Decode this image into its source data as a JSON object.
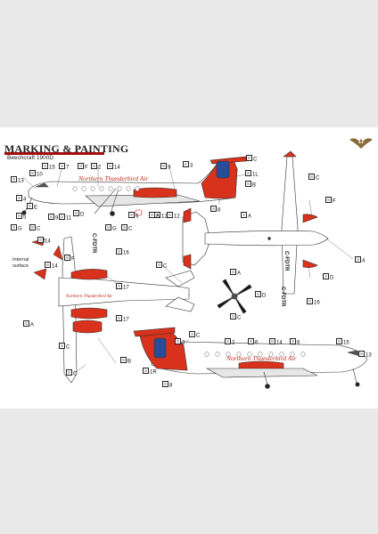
{
  "header": {
    "title": "MARKING & PAINTING",
    "subtitle": "Beechcraft 1900D"
  },
  "notes": {
    "internal_surface": [
      "Internal",
      "surface"
    ]
  },
  "aircraft": {
    "livery_text": "Northern Thunderbird Air",
    "registration": "C-FDTR",
    "reg_short": "C-FDTR",
    "tail_code": "C-FDTR"
  },
  "colors": {
    "accent_red": "#d8311c",
    "title_rule": "#a30c0c"
  },
  "callouts": [
    {
      "label": "15"
    },
    {
      "label": "7"
    },
    {
      "label": "F"
    },
    {
      "label": "2"
    },
    {
      "label": "14"
    },
    {
      "label": "9"
    },
    {
      "label": "3"
    },
    {
      "label": "C"
    },
    {
      "label": "10"
    },
    {
      "label": "1L"
    },
    {
      "label": "13"
    },
    {
      "label": "B"
    },
    {
      "label": "4"
    },
    {
      "label": "12"
    },
    {
      "label": "8"
    },
    {
      "label": "C"
    },
    {
      "label": "E"
    },
    {
      "label": "9"
    },
    {
      "label": "11"
    },
    {
      "label": "D"
    },
    {
      "label": "6"
    },
    {
      "label": "A"
    },
    {
      "label": "12"
    },
    {
      "label": "5"
    },
    {
      "label": "G"
    },
    {
      "label": "C"
    },
    {
      "label": "G"
    },
    {
      "label": "C"
    },
    {
      "label": "14"
    },
    {
      "label": "14"
    },
    {
      "label": "F"
    },
    {
      "label": "16"
    },
    {
      "label": "17"
    },
    {
      "label": "17"
    },
    {
      "label": "A"
    },
    {
      "label": "C"
    },
    {
      "label": "A"
    },
    {
      "label": "D"
    },
    {
      "label": "C"
    },
    {
      "label": "C"
    },
    {
      "label": "F"
    },
    {
      "label": "A"
    },
    {
      "label": "D"
    },
    {
      "label": "16"
    },
    {
      "label": "4"
    },
    {
      "label": "C"
    },
    {
      "label": "B"
    },
    {
      "label": "C"
    },
    {
      "label": "3"
    },
    {
      "label": "1R"
    },
    {
      "label": "8"
    },
    {
      "label": "2"
    },
    {
      "label": "6"
    },
    {
      "label": "14"
    },
    {
      "label": "6"
    },
    {
      "label": "15"
    },
    {
      "label": "13"
    }
  ]
}
